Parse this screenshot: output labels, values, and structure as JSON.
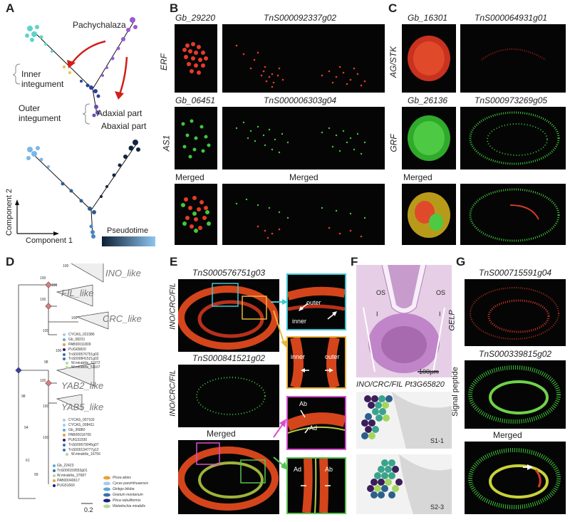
{
  "panels": {
    "A": "A",
    "B": "B",
    "C": "C",
    "D": "D",
    "E": "E",
    "F": "F",
    "G": "G"
  },
  "panelA": {
    "labels": {
      "pachychalaza": "Pachychalaza",
      "inner": "Inner integument",
      "outer": "Outer integument",
      "adaxial": "Adaxial part",
      "abaxial": "Abaxial part"
    },
    "axis_x": "Component 1",
    "axis_y": "Component 2",
    "pseudotime": "Pseudotime",
    "colors": {
      "pachy": "#9b59d0",
      "inner": "#5fd3c8",
      "outer": "#2a3f9a",
      "ad": "#c0392b",
      "arrow": "#d0201a"
    }
  },
  "panelB": {
    "genes": {
      "gb1": "Gb_29220",
      "tn1": "TnS000092337g02",
      "gb2": "Gb_06451",
      "tn2": "TnS000006303g04"
    },
    "rows": {
      "r1": "ERF",
      "r2": "AS1"
    },
    "merged1": "Merged",
    "merged2": "Merged"
  },
  "panelC": {
    "genes": {
      "gb1": "Gb_16301",
      "tn1": "TnS000064931g01",
      "gb2": "Gb_26136",
      "tn2": "TnS000973269g05"
    },
    "rows": {
      "r1": "AG/STK",
      "r2": "GRF"
    },
    "merged1": "Merged"
  },
  "panelD": {
    "clades": [
      "INO_like",
      "FIL_like",
      "CRC_like",
      "YAB2_like",
      "YAB5_like"
    ],
    "leaves": [
      "CYCAS_022386",
      "Gb_08231",
      "PAB00011809",
      "PUG65820",
      "TnS000576751g03",
      "TnS000841521g02",
      "W.mirabilis_11972",
      "W.mirabilis_51107",
      "CYCAS_007102",
      "CYCAS_008411",
      "Gb_36880",
      "PAB00016765",
      "PUIG31930",
      "TnS000679045g07",
      "TnS000134777g12",
      "W.mirabilis_16756",
      "Gb_22423",
      "TnS000159553g01",
      "W.mirabilis_37687",
      "PAB00040617",
      "PUG51660"
    ],
    "legend": [
      "Picea abies",
      "Cycas panzhihuaensis",
      "Ginkgo biloba",
      "Gnetum montanum",
      "Pinus tabuliformis",
      "Welwitschia mirabilis"
    ],
    "legend_colors": [
      "#e8a03a",
      "#a9c9e8",
      "#5aa9d6",
      "#3b6fb0",
      "#1a237e",
      "#b5d89a"
    ],
    "scale": "0.2",
    "bootstraps": [
      "100",
      "100",
      "100",
      "100",
      "100",
      "100",
      "100",
      "98",
      "100",
      "98",
      "100",
      "94",
      "100",
      "61",
      "99"
    ]
  },
  "panelE": {
    "gene1": "TnS000576751g03",
    "gene2": "TnS000841521g02",
    "row": "INO/CRC/FIL",
    "merged": "Merged",
    "zoom": {
      "outer": "outer",
      "inner": "inner",
      "ab": "Ab",
      "ad": "Ad"
    }
  },
  "panelF": {
    "os": "OS",
    "i": "I",
    "scale": "100μm",
    "title": "INO/CRC/FIL Pt3G65820",
    "s1": "S1-1",
    "s2": "S2-3"
  },
  "panelG": {
    "gene1": "TnS000715591g04",
    "gene2": "TnS000339815g02",
    "row1": "GELP",
    "row2": "Signal peptide",
    "merged": "Merged"
  }
}
